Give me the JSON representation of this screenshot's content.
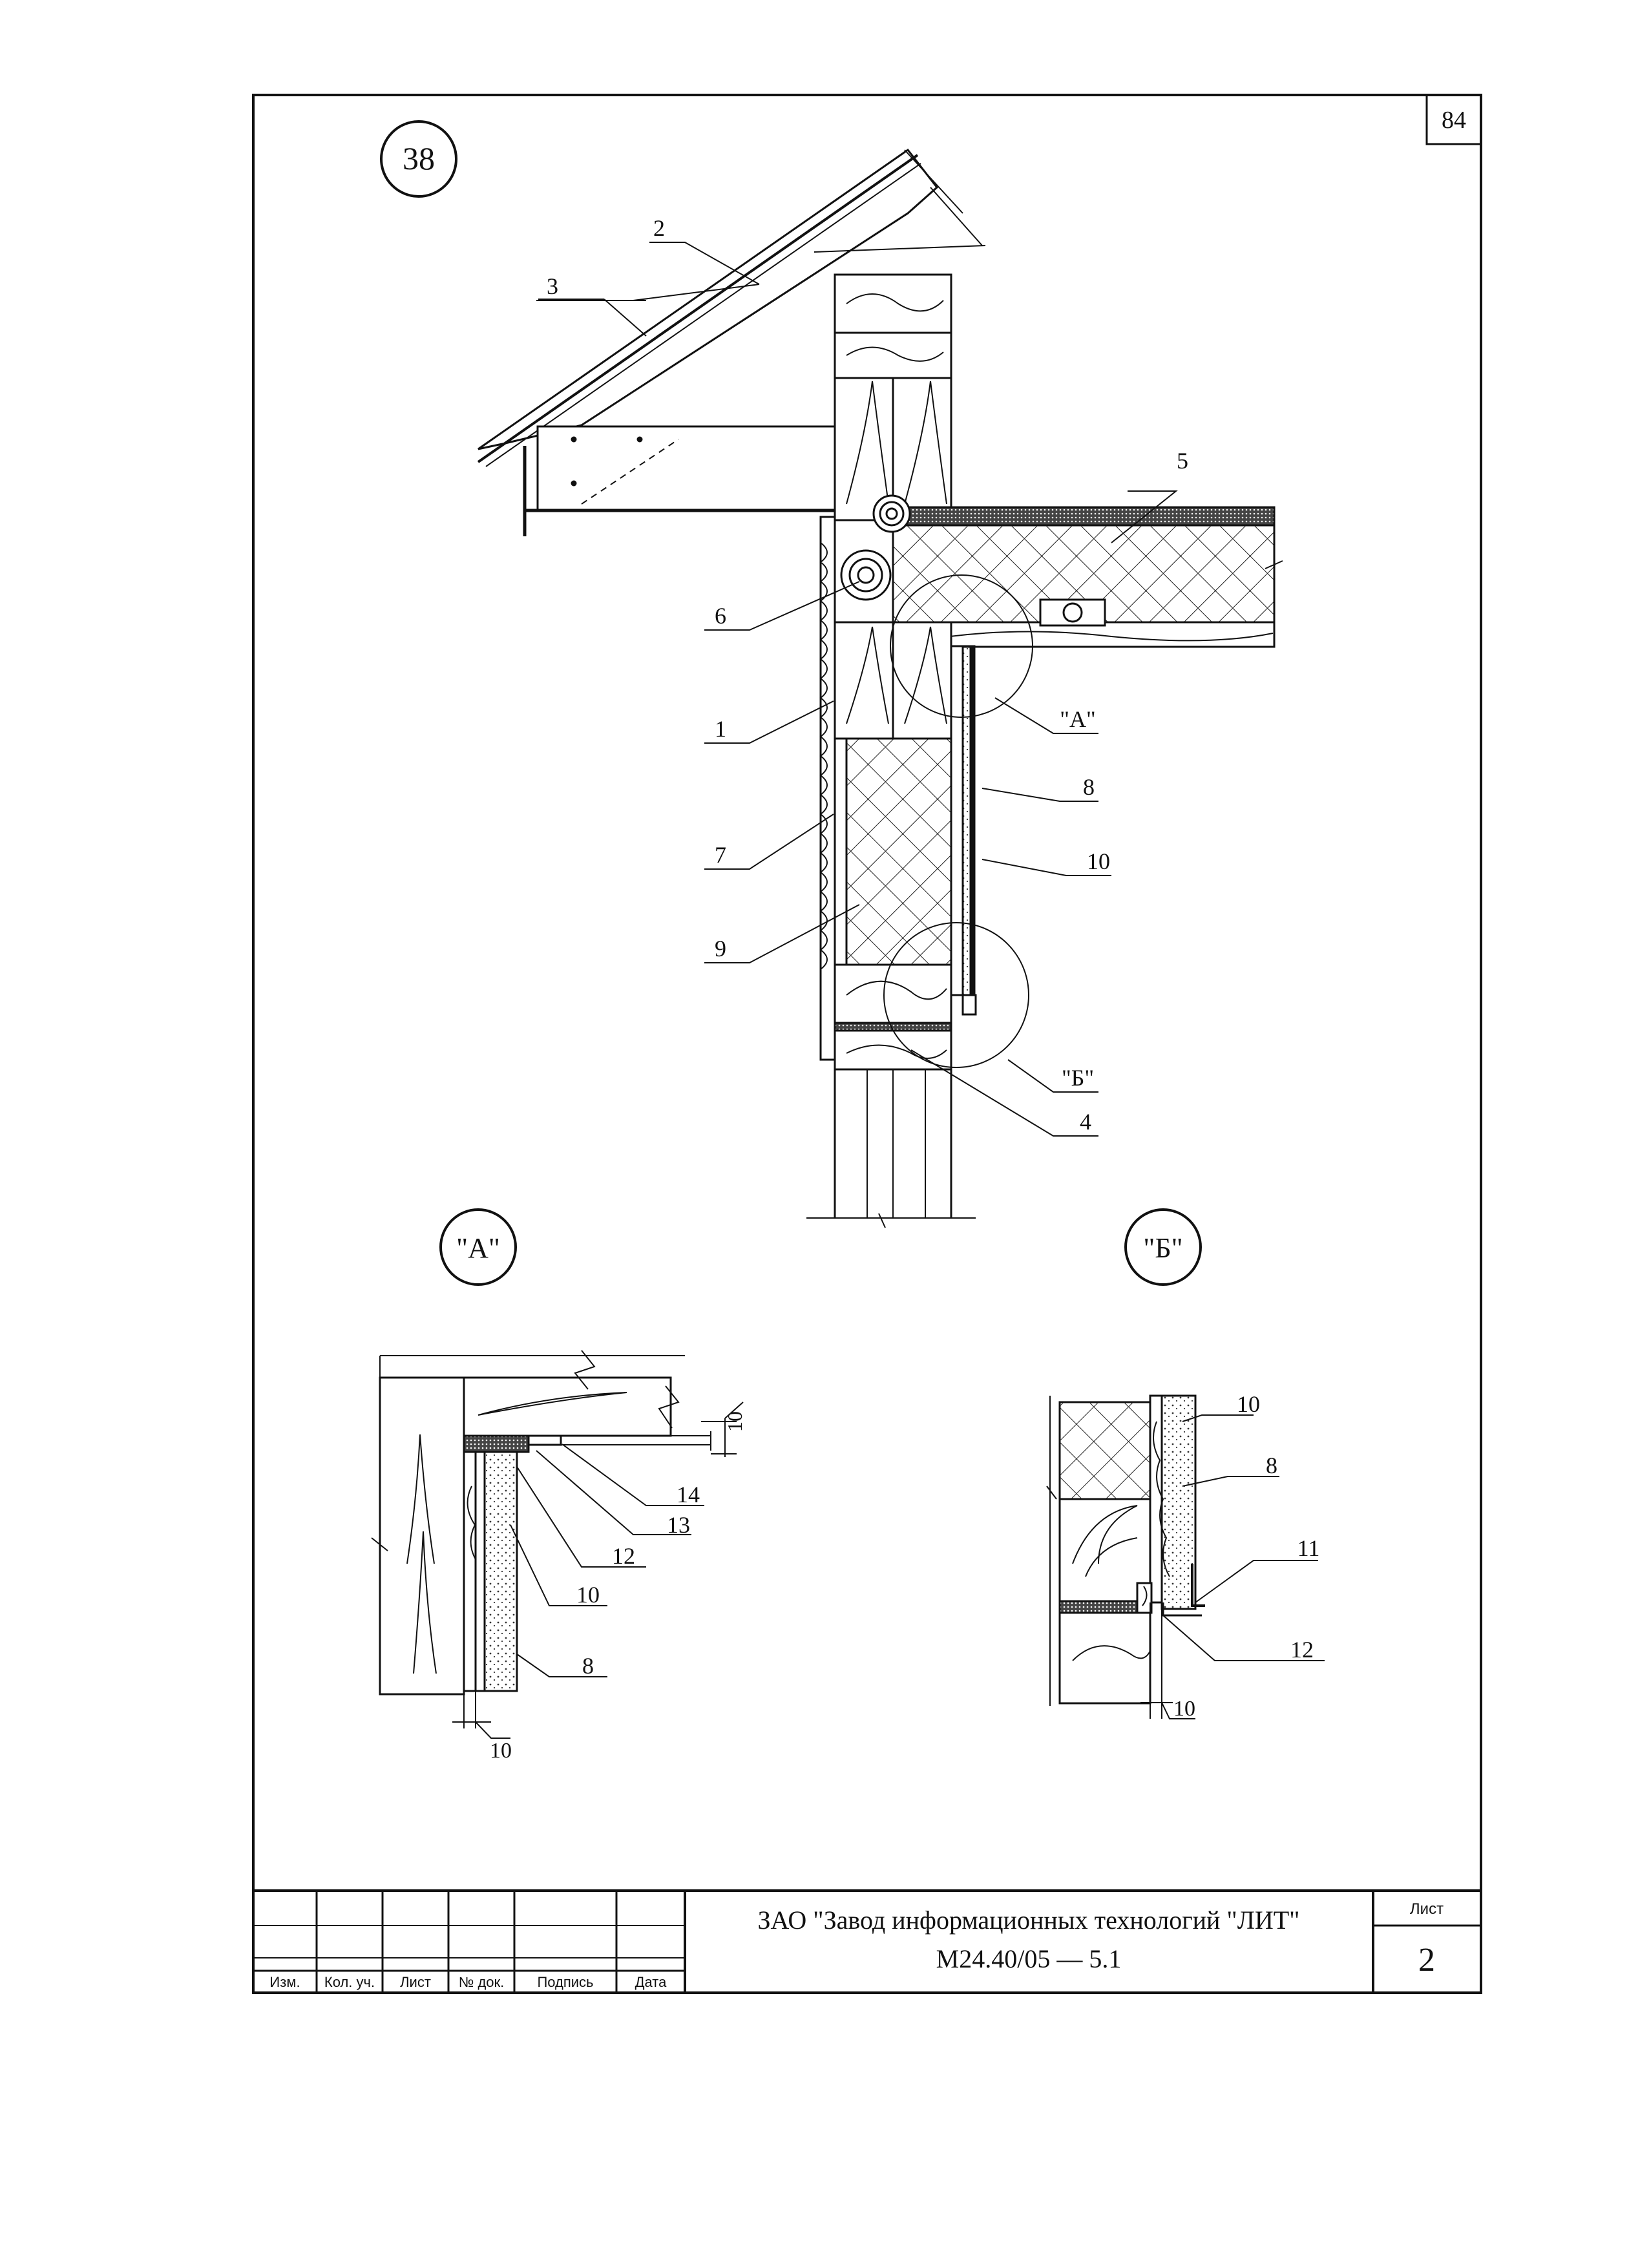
{
  "page_number": "84",
  "drawing_number": "38",
  "callouts": {
    "c1": "1",
    "c2": "2",
    "c3": "3",
    "c4": "4",
    "c5": "5",
    "c6": "6",
    "c7": "7",
    "c8": "8",
    "c9": "9",
    "c10": "10",
    "detA": "\"А\"",
    "detB": "\"Б\""
  },
  "detail_a": {
    "title": "\"А\"",
    "labels": {
      "l14": "14",
      "l13": "13",
      "l12": "12",
      "l10": "10",
      "l8": "8"
    },
    "dim_top": "10",
    "dim_bottom": "10"
  },
  "detail_b": {
    "title": "\"Б\"",
    "labels": {
      "l10": "10",
      "l8": "8",
      "l11": "11",
      "l12": "12"
    },
    "dim_bottom": "10"
  },
  "title_block": {
    "organization": "ЗАО \"Завод информационных технологий \"ЛИТ\"",
    "document_code": "М24.40/05 — 5.1",
    "sheet_label": "Лист",
    "sheet_number": "2",
    "columns": [
      "Изм.",
      "Кол. уч.",
      "Лист",
      "№ док.",
      "Подпись",
      "Дата"
    ]
  }
}
